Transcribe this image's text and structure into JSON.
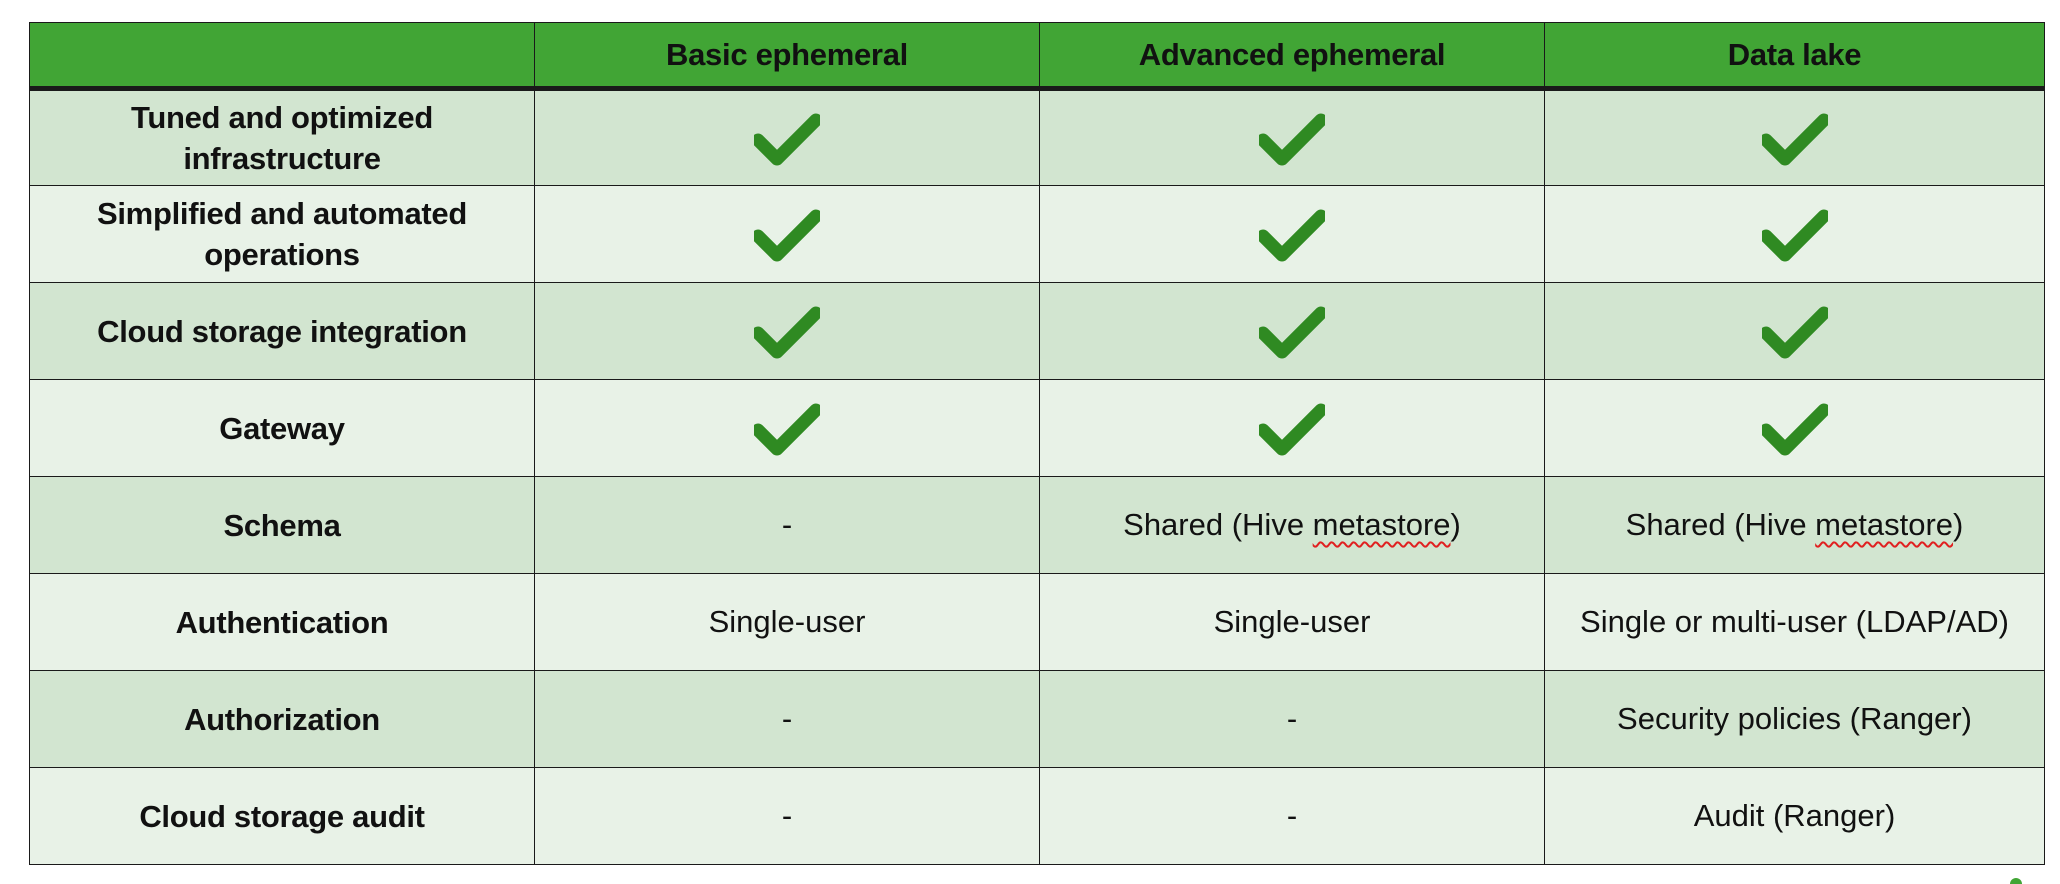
{
  "table": {
    "headers": [
      "",
      "Basic ephemeral",
      "Advanced ephemeral",
      "Data lake"
    ],
    "rows": [
      {
        "feature_lines": [
          "Tuned and optimized",
          "infrastructure"
        ],
        "cells": [
          "check",
          "check",
          "check"
        ]
      },
      {
        "feature_lines": [
          "Simplified and automated",
          "operations"
        ],
        "cells": [
          "check",
          "check",
          "check"
        ]
      },
      {
        "feature_lines": [
          "Cloud storage integration"
        ],
        "cells": [
          "check",
          "check",
          "check"
        ]
      },
      {
        "feature_lines": [
          "Gateway"
        ],
        "cells": [
          "check",
          "check",
          "check"
        ]
      },
      {
        "feature_lines": [
          "Schema"
        ],
        "cells": [
          "-",
          "Shared (Hive metastore)",
          "Shared (Hive metastore)"
        ]
      },
      {
        "feature_lines": [
          "Authentication"
        ],
        "cells": [
          "Single-user",
          "Single-user",
          "Single or multi-user (LDAP/AD)"
        ]
      },
      {
        "feature_lines": [
          "Authorization"
        ],
        "cells": [
          "-",
          "-",
          "Security policies (Ranger)"
        ]
      },
      {
        "feature_lines": [
          "Cloud storage audit"
        ],
        "cells": [
          "-",
          "-",
          "Audit (Ranger)"
        ]
      }
    ]
  },
  "icons": {
    "check": "checkmark-icon"
  },
  "spellcheck_word": "metastore",
  "colors": {
    "header_bg": "#41a535",
    "row_dark": "#d2e5d0",
    "row_light": "#e8f2e7",
    "check": "#2f8a22",
    "border": "#1a1a1a",
    "spellcheck": "#e02020"
  }
}
